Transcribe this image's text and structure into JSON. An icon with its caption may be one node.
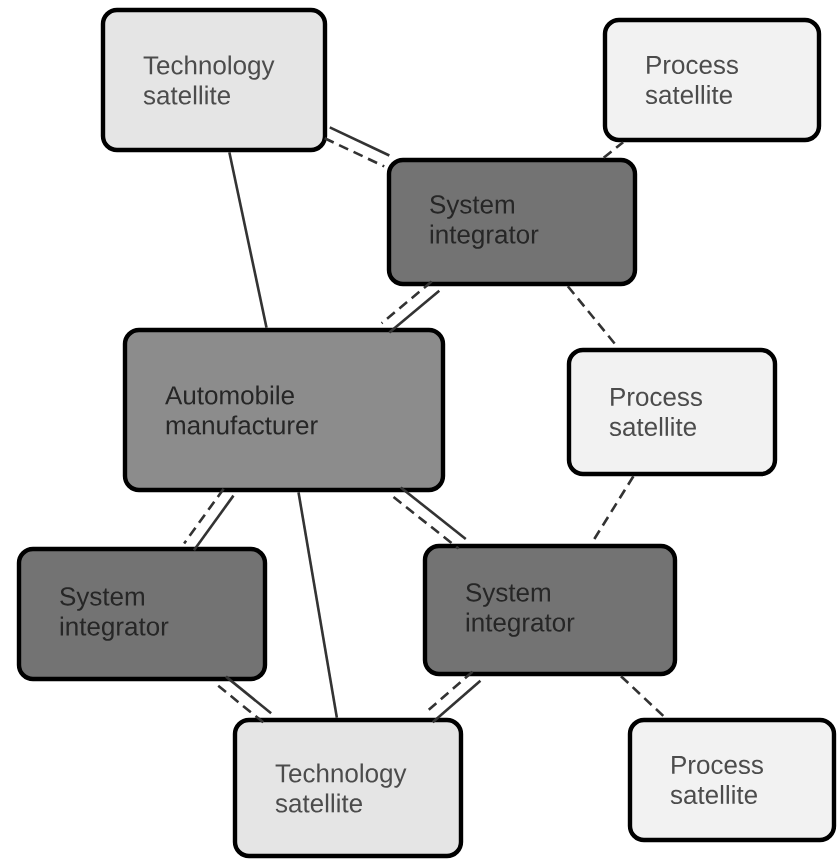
{
  "diagram": {
    "nodes": [
      {
        "text": [
          "Technology satellite"
        ]
      },
      {
        "text": [
          "Process satellite"
        ]
      },
      {
        "text": [
          "System integrator"
        ]
      },
      {
        "text": [
          "Automobile manufacturer"
        ]
      },
      {
        "text": [
          "Process satellite"
        ]
      },
      {
        "text": [
          "System integrator"
        ]
      },
      {
        "text": [
          "System integrator"
        ]
      },
      {
        "text": [
          "Technology satellite"
        ]
      },
      {
        "text": [
          "Process satellite"
        ]
      }
    ],
    "edges": [
      {
        "from": 0,
        "to": 3,
        "arrow": "none"
      },
      {
        "from": 0,
        "to": 2,
        "arrow": "none"
      },
      {
        "from": 0,
        "to": 2,
        "arrow": "none",
        "style": "dashed"
      },
      {
        "from": 2,
        "to": 1,
        "arrow": "none",
        "style": "dashed"
      },
      {
        "from": 2,
        "to": 3,
        "arrow": "none"
      },
      {
        "from": 2,
        "to": 3,
        "arrow": "none",
        "style": "dashed"
      },
      {
        "from": 2,
        "to": 4,
        "arrow": "none",
        "style": "dashed"
      },
      {
        "from": 3,
        "to": 5,
        "arrow": "none"
      },
      {
        "from": 3,
        "to": 5,
        "arrow": "none",
        "style": "dashed"
      },
      {
        "from": 3,
        "to": 7,
        "arrow": "none"
      },
      {
        "from": 3,
        "to": 6,
        "arrow": "none"
      },
      {
        "from": 3,
        "to": 6,
        "arrow": "none",
        "style": "dashed"
      },
      {
        "from": 4,
        "to": 6,
        "arrow": "none",
        "style": "dashed"
      },
      {
        "from": 5,
        "to": 7,
        "arrow": "none"
      },
      {
        "from": 5,
        "to": 7,
        "arrow": "none",
        "style": "dashed"
      },
      {
        "from": 6,
        "to": 7,
        "arrow": "none"
      },
      {
        "from": 6,
        "to": 7,
        "arrow": "none",
        "style": "dashed"
      },
      {
        "from": 6,
        "to": 8,
        "arrow": "none",
        "style": "dashed"
      }
    ]
  }
}
